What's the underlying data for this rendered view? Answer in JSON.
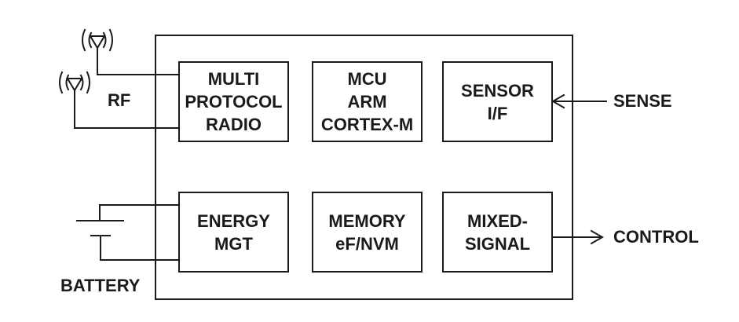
{
  "diagram": {
    "title_hint": "soc-block-diagram",
    "background_color": "#ffffff",
    "line_color": "#1a1a1a"
  },
  "chip": {
    "blocks": [
      {
        "id": "multi-protocol-radio",
        "label": "MULTI\nPROTOCOL\nRADIO"
      },
      {
        "id": "mcu-arm-cortex-m",
        "label": "MCU\nARM\nCORTEX-M"
      },
      {
        "id": "sensor-if",
        "label": "SENSOR\nI/F"
      },
      {
        "id": "energy-mgt",
        "label": "ENERGY\nMGT"
      },
      {
        "id": "memory-ef-nvm",
        "label": "MEMORY\neF/NVM"
      },
      {
        "id": "mixed-signal",
        "label": "MIXED-\nSIGNAL"
      }
    ]
  },
  "labels": {
    "rf": "RF",
    "battery": "BATTERY",
    "sense": "SENSE",
    "control": "CONTROL"
  },
  "icons": {
    "antenna_top": "antenna-icon",
    "antenna_bottom": "antenna-icon",
    "battery": "battery-icon",
    "sense_arrow": "arrow-left-icon",
    "control_arrow": "arrow-right-icon"
  }
}
